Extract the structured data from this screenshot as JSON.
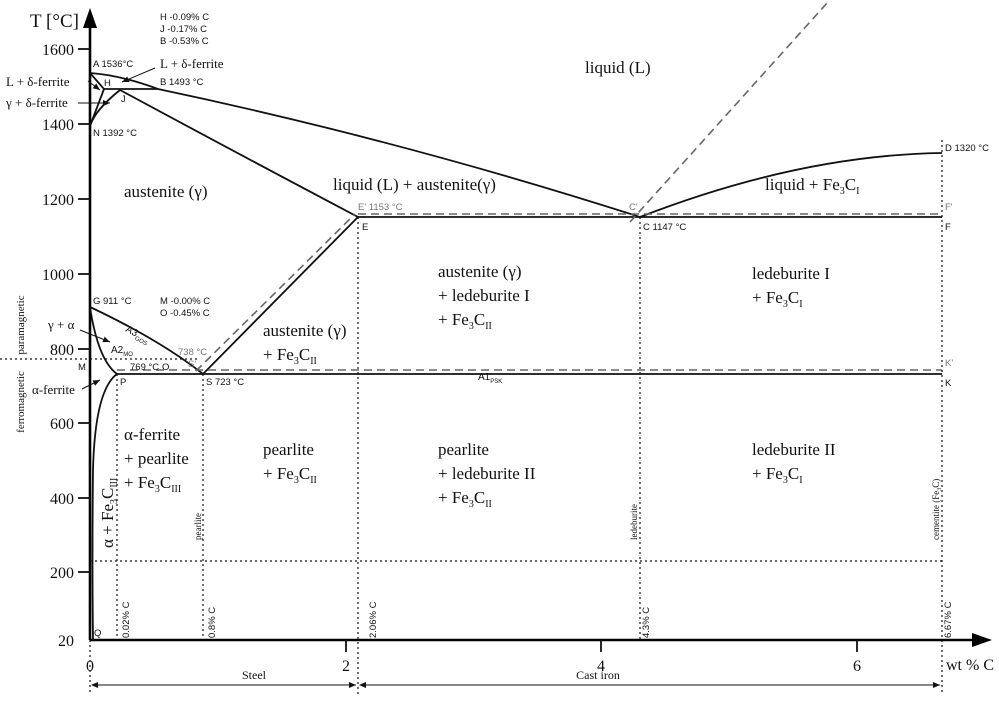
{
  "axes": {
    "y_title": "T [°C]",
    "x_title": "wt % C",
    "y_ticks": [
      "1600",
      "1400",
      "1200",
      "1000",
      "800",
      "600",
      "400",
      "200",
      "20"
    ],
    "x_ticks": [
      "0",
      "2",
      "4",
      "6"
    ]
  },
  "compositions": {
    "H": "H -0.09% C",
    "J": "J -0.17% C",
    "B": "B -0.53% C",
    "M": "M -0.00% C",
    "O": "O -0.45% C"
  },
  "points": {
    "A": "A 1536°C",
    "H": "H",
    "B": "B 1493 °C",
    "J": "J",
    "N": "N 1392 °C",
    "E_prime": "E' 1153 °C",
    "E": "E",
    "C_prime": "C'",
    "C": "C 1147 °C",
    "F_prime": "F'",
    "F": "F",
    "D": "D 1320 °C",
    "G": "G 911 °C",
    "T738": "738 °C",
    "S_prime": "S'",
    "M": "M",
    "T769": "769 °C",
    "O": "O",
    "P": "P",
    "S": "S 723 °C",
    "K_prime": "K'",
    "K": "K",
    "Q": "Q"
  },
  "lines": {
    "A3": {
      "main": "A3",
      "sub": "GOS"
    },
    "A2": {
      "main": "A2",
      "sub": "MO"
    },
    "A1": {
      "main": "A1",
      "sub": "PSK"
    }
  },
  "pointers": {
    "l_delta_left": "L + δ-ferrite",
    "gamma_delta": "γ + δ-ferrite",
    "l_delta_top": "L + δ-ferrite",
    "gamma_alpha": "γ + α",
    "alpha_ferrite": "α-ferrite"
  },
  "magnetic": {
    "para": "paramagnetic",
    "ferro": "ferromagnetic"
  },
  "regions": {
    "liquid": [
      [
        [
          "liquid (L)"
        ]
      ]
    ],
    "liquid_austenite": [
      [
        [
          "liquid (L) + austenite(γ)"
        ]
      ]
    ],
    "liquid_fe3c": [
      [
        [
          "liquid + Fe"
        ],
        [
          "3",
          "s"
        ],
        [
          "C"
        ],
        [
          "I",
          "s"
        ]
      ]
    ],
    "austenite": [
      [
        [
          "austenite (γ)"
        ]
      ]
    ],
    "aust_led": [
      [
        [
          "austenite (γ)"
        ]
      ],
      [
        [
          "+ ledeburite I"
        ]
      ],
      [
        [
          "+ Fe"
        ],
        [
          "3",
          "s"
        ],
        [
          "C"
        ],
        [
          "II",
          "s"
        ]
      ]
    ],
    "led1": [
      [
        [
          "ledeburite I"
        ]
      ],
      [
        [
          "+ Fe"
        ],
        [
          "3",
          "s"
        ],
        [
          "C"
        ],
        [
          "I",
          "s"
        ]
      ]
    ],
    "aust_fe3c": [
      [
        [
          "austenite (γ)"
        ]
      ],
      [
        [
          "+ Fe"
        ],
        [
          "3",
          "s"
        ],
        [
          "C"
        ],
        [
          "II",
          "s"
        ]
      ]
    ],
    "ferrite_pearlite": [
      [
        [
          "α-ferrite"
        ]
      ],
      [
        [
          "+ pearlite"
        ]
      ],
      [
        [
          "+ Fe"
        ],
        [
          "3",
          "s"
        ],
        [
          "C"
        ],
        [
          "III",
          "s"
        ]
      ]
    ],
    "pearlite": [
      [
        [
          "pearlite"
        ]
      ],
      [
        [
          "+ Fe"
        ],
        [
          "3",
          "s"
        ],
        [
          "C"
        ],
        [
          "II",
          "s"
        ]
      ]
    ],
    "pearlite_led": [
      [
        [
          "pearlite"
        ]
      ],
      [
        [
          "+ ledeburite II"
        ]
      ],
      [
        [
          "+ Fe"
        ],
        [
          "3",
          "s"
        ],
        [
          "C"
        ],
        [
          "II",
          "s"
        ]
      ]
    ],
    "led2": [
      [
        [
          "ledeburite II"
        ]
      ],
      [
        [
          "+ Fe"
        ],
        [
          "3",
          "s"
        ],
        [
          "C"
        ],
        [
          "I",
          "s"
        ]
      ]
    ],
    "alpha_fe3c": [
      [
        [
          "α + Fe"
        ],
        [
          "3",
          "s"
        ],
        [
          "C"
        ],
        [
          "III",
          "s"
        ]
      ]
    ]
  },
  "verticals": {
    "c002": "0.02% C",
    "c08": "0.8% C",
    "c206": "2.06% C",
    "c43": "4.3% C",
    "c667": "6.67% C",
    "pearlite": "pearlite",
    "ledeburite": "ledeburite",
    "cementite": {
      "main": "cementite (Fe",
      "sub": "3",
      "end": "C)"
    }
  },
  "ranges": {
    "steel": "Steel",
    "cast_iron": "Cast iron"
  }
}
